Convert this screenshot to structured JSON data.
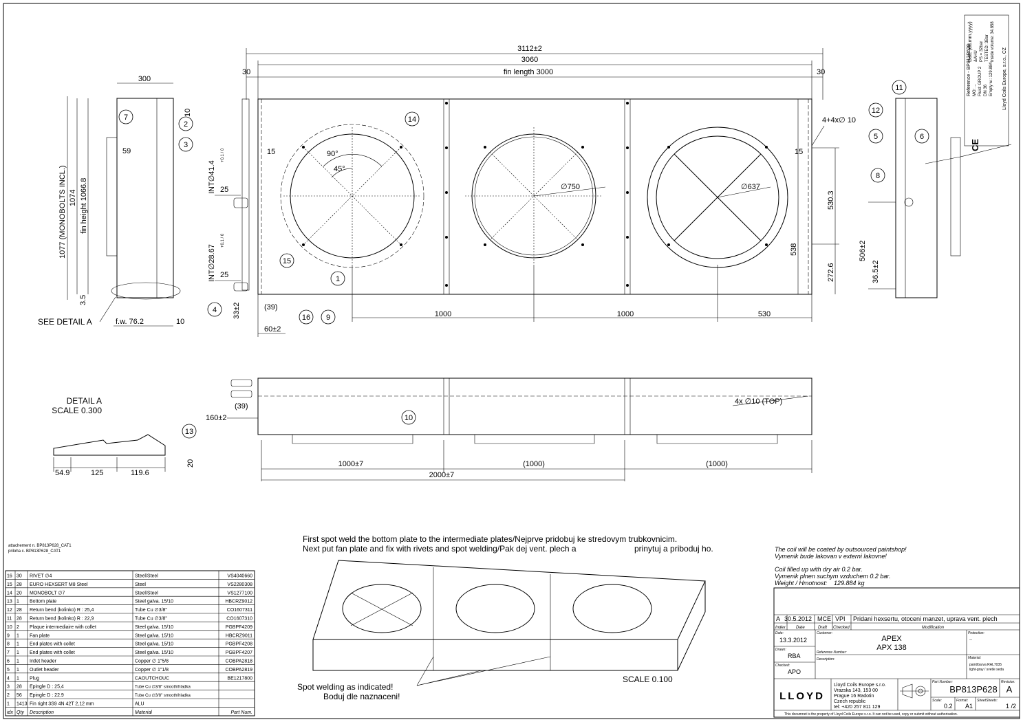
{
  "drawing": {
    "dims_front": {
      "overall": "3112±2",
      "length": "3060",
      "fin_length": "fin length 3000",
      "left_30": "30",
      "right_30": "30",
      "d750": "∅750",
      "d637": "∅637",
      "a90": "90°",
      "a45": "45°",
      "holes": "4+4x∅ 10",
      "d15l": "15",
      "d15r": "15",
      "v530": "530.3",
      "v538": "538",
      "v272": "272.6",
      "int1": "INT∅41.4",
      "int1_tol": "+0.1 / 0",
      "int2": "INT∅28.67",
      "int2_tol": "+0.1 / 0",
      "d25a": "25",
      "d25b": "25",
      "d33": "33±2",
      "d39": "(39)",
      "d60": "60±2",
      "b1000a": "1000",
      "b1000b": "1000",
      "b530": "530"
    },
    "dims_side": {
      "width": "300",
      "top10": "10",
      "d59": "59",
      "h1077": "1077 (MONOBOLTS INCL.)",
      "h1074": "1074",
      "fin_h": "fin height 1066.8",
      "d35": "3.5",
      "fw": "f.w. 76.2",
      "b10": "10",
      "see_detail": "SEE DETAIL  A"
    },
    "dims_right": {
      "d506": "506±2",
      "d365": "36.5±2"
    },
    "dims_bottom": {
      "d39": "(39)",
      "d160": "160±2",
      "top_holes": "4x  ∅10 (TOP)",
      "b1000": "1000±7",
      "p1000a": "(1000)",
      "p1000b": "(1000)",
      "b2000": "2000±7"
    },
    "detail": {
      "title": "DETAIL  A",
      "scale": "SCALE  0.300",
      "d549": "54.9",
      "d125": "125",
      "d1196": "119.6",
      "d20": "20"
    },
    "balloons_text": [
      "7",
      "2",
      "3",
      "4",
      "16",
      "9",
      "15",
      "1",
      "14",
      "11",
      "12",
      "5",
      "6",
      "8",
      "10",
      "13"
    ],
    "iso": {
      "note1": "First spot weld the bottom plate to the intermediate plates/Nejprve pridobuj ke stredovym trubkovnicim.",
      "note2a": "Next put fan plate and fix with rivets and spot welding/Pak dej vent. plech a",
      "note2b": "prinytuj a priboduj ho.",
      "spot_en": "Spot welding as indicated!",
      "spot_cz": "Boduj dle naznaceni!",
      "scale": "SCALE  0.100"
    },
    "stamp": {
      "lines": [
        "Reference - BP813P628",
        "MO: ...",
        "Fluid: GROUP 2",
        "DN 36",
        "Empty w.: 129.884",
        "Date (dd.mm.yyyy)",
        "&AHU",
        "PS = 32bar",
        "TESTED: 3Bar",
        "Inside volume: 34.858",
        "Lloyd Coils Europe, s.r.o., CZ"
      ],
      "ce": "CE"
    }
  },
  "attachment": [
    "attachement n. BP813P628_CAT1",
    "priloha c. BP813P628_CAT1"
  ],
  "bom": {
    "rows": [
      {
        "idx": "16",
        "qty": "30",
        "desc": "RIVET ∅4",
        "mat": "Steel/Steel",
        "pn": "VS4040660"
      },
      {
        "idx": "15",
        "qty": "28",
        "desc": "EURO HEXSERT M8 Steel",
        "mat": "Steel",
        "pn": "VS2280308"
      },
      {
        "idx": "14",
        "qty": "20",
        "desc": "MONOBOLT ∅7",
        "mat": "Steel/Steel",
        "pn": "VS1277100"
      },
      {
        "idx": "13",
        "qty": "1",
        "desc": "Bottom plate",
        "mat": "Steel galva. 15/10",
        "pn": "HBCRZ9012"
      },
      {
        "idx": "12",
        "qty": "28",
        "desc": "Return bend (kolinko) R : 25,4",
        "mat": "Tube Cu  ∅3/8\"",
        "pn": "CO1607311"
      },
      {
        "idx": "11",
        "qty": "28",
        "desc": "Return bend (kolinko) R : 22,9",
        "mat": "Tube Cu  ∅3/8\"",
        "pn": "CO1607310"
      },
      {
        "idx": "10",
        "qty": "2",
        "desc": "Plaque intermediaire with collet",
        "mat": "Steel galva. 15/10",
        "pn": "PGBPF4209"
      },
      {
        "idx": "9",
        "qty": "1",
        "desc": "Fan plate",
        "mat": "Steel galva. 15/10",
        "pn": "HBCRZ9011"
      },
      {
        "idx": "8",
        "qty": "1",
        "desc": "End plates with collet",
        "mat": "Steel galva. 15/10",
        "pn": "PGBPF4208"
      },
      {
        "idx": "7",
        "qty": "1",
        "desc": "End plates with collet",
        "mat": "Steel galva. 15/10",
        "pn": "PGBPF4207"
      },
      {
        "idx": "6",
        "qty": "1",
        "desc": "Intlet header",
        "mat": "Copper  ∅ 1\"5/8",
        "pn": "COBPA2818"
      },
      {
        "idx": "5",
        "qty": "1",
        "desc": "Outlet header",
        "mat": "Copper  ∅ 1\"1/8",
        "pn": "COBPA2819"
      },
      {
        "idx": "4",
        "qty": "1",
        "desc": "Plug",
        "mat": "CAOUTCHOUC",
        "pn": "BE1217800"
      },
      {
        "idx": "3",
        "qty": "28",
        "desc": "Epingle D : 25,4",
        "mat": "Tube Cu  ∅3/8\"  smooth/hladka",
        "pn": ""
      },
      {
        "idx": "2",
        "qty": "56",
        "desc": "Epingle D : 22.9",
        "mat": "Tube Cu  ∅3/8\"  smooth/hladka",
        "pn": ""
      },
      {
        "idx": "1",
        "qty": "1413",
        "desc": "Fin right 3S9 4N 42T 2,12 mm",
        "mat": "ALU",
        "pn": ""
      }
    ],
    "header": {
      "idx": "idx",
      "qty": "Qty",
      "desc": "Description",
      "mat": "Material",
      "pn": "Part Num."
    }
  },
  "notes": {
    "n1": "The coil will be coated by outsourced paintshop!",
    "n2": "Vymenik bude lakovan v externi lakovne!",
    "n3": "Coil filled up with dry air 0.2 bar.",
    "n4": "Vymenik plnen suchym vzduchem 0.2 bar.",
    "n5": "Weight / Hmotnost:",
    "weight": "129.884  kg"
  },
  "title_block": {
    "rev_idx": "A",
    "rev_date": "30.5.2012",
    "rev_draft": "MCE",
    "rev_check": "VPI",
    "rev_mod": "Pridani hexsertu, otoceni manzet, uprava vent. plech",
    "h_index": "Index",
    "h_date": "Date",
    "h_draft": "Draft",
    "h_checked": "Checked",
    "h_mod": "Modification",
    "l_date": "Date:",
    "date": "13.3.2012",
    "l_customer": "Customer:",
    "customer": "APEX",
    "model": "APX 138",
    "l_drawn": "Drawn:",
    "drawn": "RBA",
    "l_checked": "Checked:",
    "checked": "APO",
    "l_ref": "Reference Number:",
    "l_desc": "Description:",
    "l_protection": "Protection:",
    "protection": "--",
    "l_material": "Material:",
    "material1": "paint/barva RAL7035",
    "material2": "light-gray / svetle seda",
    "logo": "LLOYD",
    "company": [
      "Lloyd Coils Europe s.r.o.",
      "Vrazska 143, 153 00",
      "Prague 16 Radotin",
      "Czech republic",
      "tel: +420 257 811 129"
    ],
    "l_part": "Part Number:",
    "part": "BP813P628",
    "l_revision": "Revision:",
    "revision": "A",
    "l_scale": "Scale:",
    "scale": "0.2",
    "l_format": "Format:",
    "format": "A1",
    "l_sheets": "SheetSheets:",
    "sheets": "1 /2",
    "footer": "This documnet is the property of Lloyd Coils Europe s.r.o. It can not be used, copy or submit without authorisation."
  }
}
